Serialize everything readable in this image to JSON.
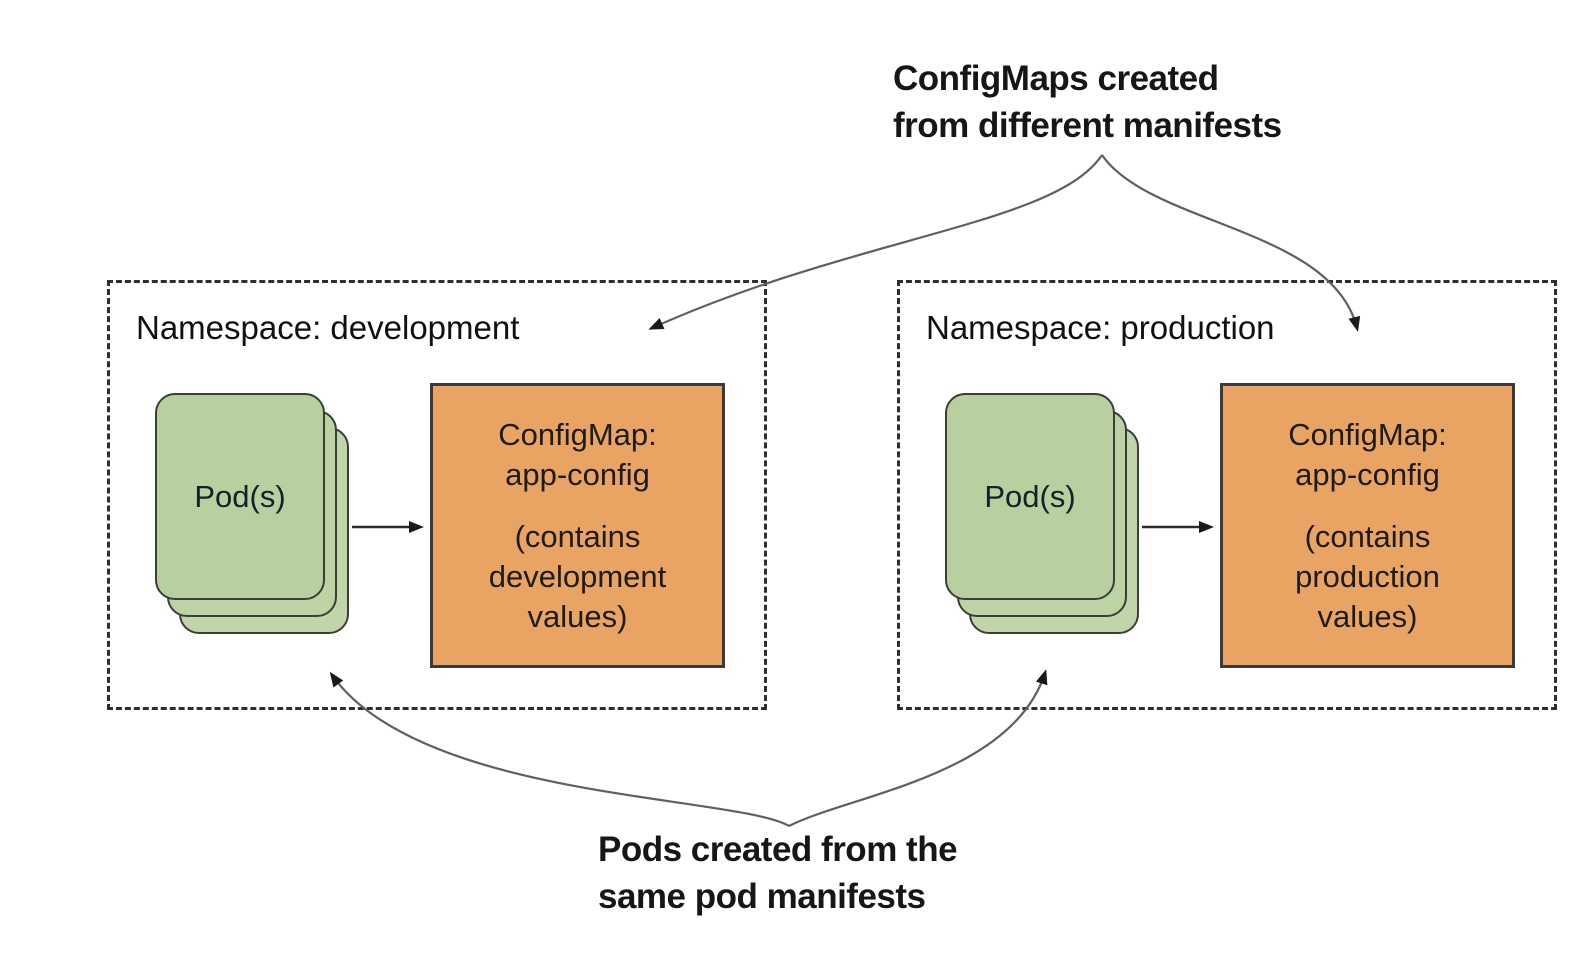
{
  "annotations": {
    "top": {
      "line1": "ConfigMaps created",
      "line2": "from different manifests"
    },
    "bottom": {
      "line1": "Pods created from the",
      "line2": "same pod manifests"
    }
  },
  "namespaces": [
    {
      "label": "Namespace: development",
      "pod_label": "Pod(s)",
      "configmap": {
        "title_line1": "ConfigMap:",
        "title_line2": "app-config",
        "body_line1": "(contains",
        "body_line2": "development",
        "body_line3": "values)"
      }
    },
    {
      "label": "Namespace: production",
      "pod_label": "Pod(s)",
      "configmap": {
        "title_line1": "ConfigMap:",
        "title_line2": "app-config",
        "body_line1": "(contains",
        "body_line2": "production",
        "body_line3": "values)"
      }
    }
  ],
  "colors": {
    "pod_fill": "#b8d09f",
    "pod_border": "#3d3d38",
    "configmap_fill": "#e9a463",
    "configmap_border": "#3a3a3a",
    "curve_arrow": "#5f5f5f",
    "arrowhead": "#1a1a1a",
    "dashed_border": "#2e2e2e",
    "text": "#1a1a1a"
  }
}
